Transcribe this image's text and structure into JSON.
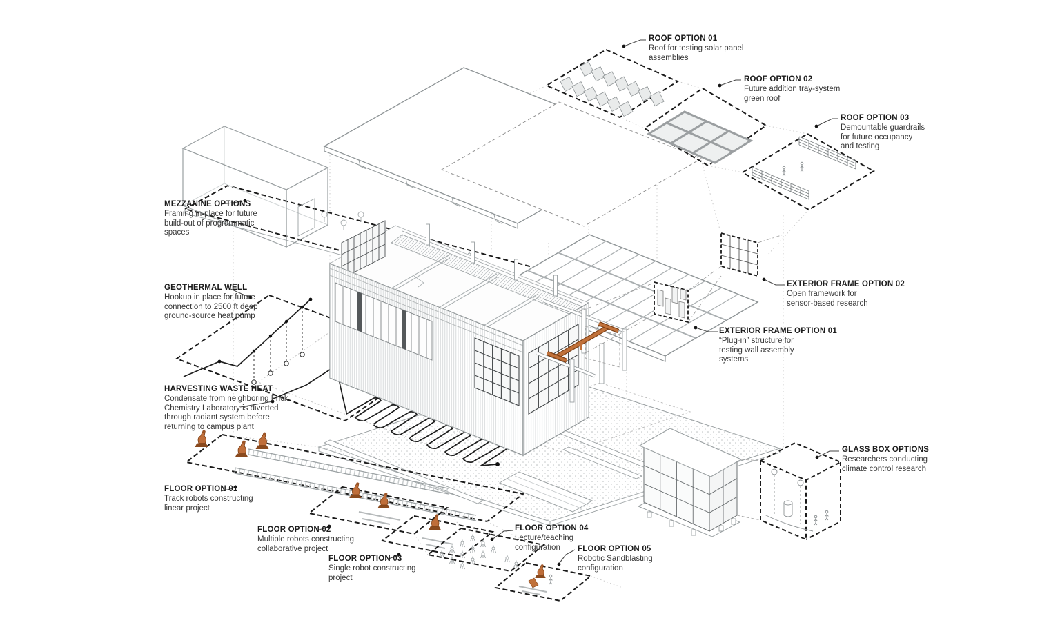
{
  "diagram": {
    "type": "exploded-axonometric-architecture-diagram",
    "colors": {
      "background": "#FFFFFF",
      "linework_light": "#C2C6C8",
      "linework_mid": "#9AA0A2",
      "linework_dark": "#44484A",
      "dashed_zone": "#1B1B1B",
      "accent_orange": "#BF6E3A",
      "accent_orange_dark": "#7D3F14",
      "label_title": "#1C1C1C",
      "label_text": "#383838"
    }
  },
  "callouts": [
    {
      "id": "roof-option-01",
      "title": "ROOF OPTION 01",
      "desc": "Roof for testing solar panel\nassemblies"
    },
    {
      "id": "roof-option-02",
      "title": "ROOF OPTION 02",
      "desc": "Future addition tray-system\ngreen roof"
    },
    {
      "id": "roof-option-03",
      "title": "ROOF OPTION 03",
      "desc": "Demountable guardrails\nfor future occupancy\nand testing"
    },
    {
      "id": "mezzanine-options",
      "title": "MEZZANINE OPTIONS",
      "desc": "Framing in-place for future\nbuild-out of programmatic\nspaces"
    },
    {
      "id": "geothermal-well",
      "title": "GEOTHERMAL WELL",
      "desc": "Hookup in place for future\nconnection to 2500 ft deep\nground-source heat pump"
    },
    {
      "id": "harvesting-waste-heat",
      "title": "HARVESTING WASTE HEAT",
      "desc": "Condensate from neighboring Frick\nChemistry Laboratory is diverted\nthrough radiant system before\nreturning to campus plant"
    },
    {
      "id": "floor-option-01",
      "title": "FLOOR OPTION 01",
      "desc": "Track robots constructing\nlinear project"
    },
    {
      "id": "floor-option-02",
      "title": "FLOOR OPTION 02",
      "desc": "Multiple robots constructing\ncollaborative project"
    },
    {
      "id": "floor-option-03",
      "title": "FLOOR OPTION 03",
      "desc": "Single robot constructing\nproject"
    },
    {
      "id": "floor-option-04",
      "title": "FLOOR OPTION 04",
      "desc": "Lecture/teaching\nconfiguration"
    },
    {
      "id": "floor-option-05",
      "title": "FLOOR OPTION 05",
      "desc": "Robotic Sandblasting\nconfiguration"
    },
    {
      "id": "exterior-frame-option-01",
      "title": "EXTERIOR FRAME OPTION 01",
      "desc": "“Plug-in” structure for\ntesting wall assembly\nsystems"
    },
    {
      "id": "exterior-frame-option-02",
      "title": "EXTERIOR FRAME OPTION 02",
      "desc": "Open framework for\nsensor-based research"
    },
    {
      "id": "glass-box-options",
      "title": "GLASS BOX OPTIONS",
      "desc": "Researchers conducting\nclimate control research"
    }
  ]
}
